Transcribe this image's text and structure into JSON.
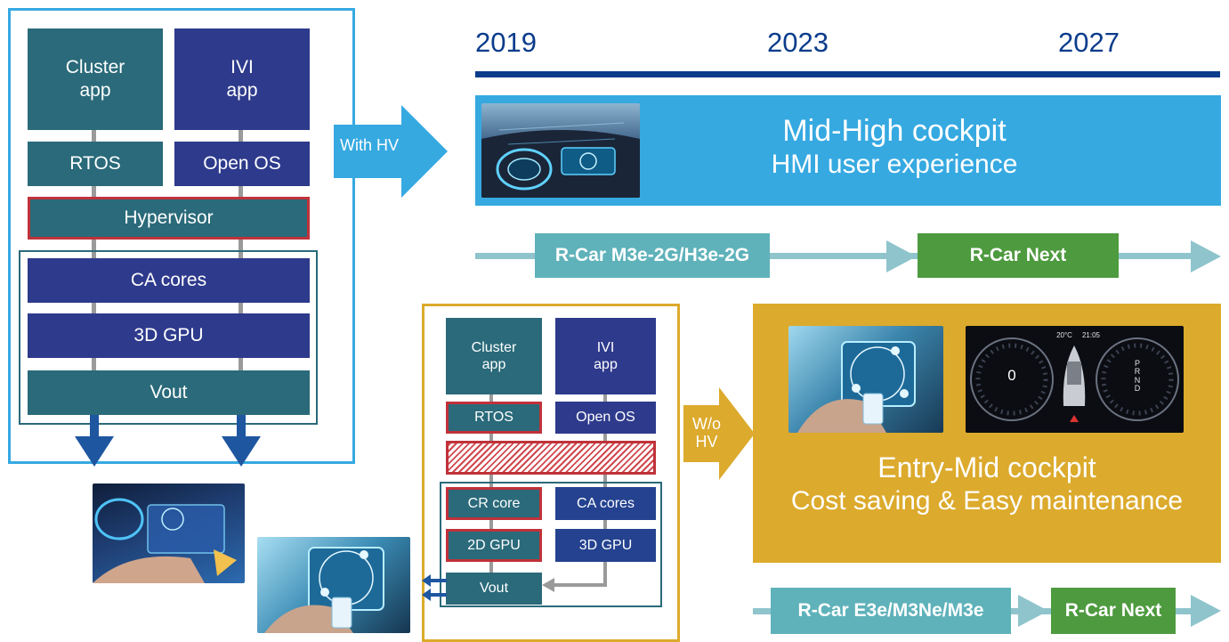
{
  "colors": {
    "teal_block": "#2a6a7a",
    "navy_block": "#2e3a8c",
    "sky_blue": "#36a9e1",
    "gold": "#dcaa2c",
    "green_chip": "#4e9a3f",
    "chip_teal": "#5fb2ba",
    "arrow_line": "#8fc4cc",
    "hypervisor_border": "#c0323a",
    "timeline_blue": "#0b3c8c"
  },
  "timeline": {
    "years": [
      "2019",
      "2023",
      "2027"
    ]
  },
  "with_hv": {
    "cluster_app": "Cluster\napp",
    "ivi_app": "IVI\napp",
    "rtos": "RTOS",
    "open_os": "Open OS",
    "hypervisor": "Hypervisor",
    "ca_cores": "CA cores",
    "gpu": "3D GPU",
    "vout": "Vout",
    "arrow_label": "With HV"
  },
  "mid_high_banner": {
    "title": "Mid-High cockpit",
    "subtitle": "HMI user experience",
    "chip_current": "R-Car M3e-2G/H3e-2G",
    "chip_next": "R-Car Next"
  },
  "without_hv": {
    "cluster_app": "Cluster\napp",
    "ivi_app": "IVI\napp",
    "rtos": "RTOS",
    "open_os": "Open OS",
    "cr_core": "CR core",
    "ca_cores": "CA cores",
    "gpu_2d": "2D GPU",
    "gpu_3d": "3D GPU",
    "vout": "Vout",
    "arrow_label": "W/o\nHV"
  },
  "entry_mid_banner": {
    "title": "Entry-Mid cockpit",
    "subtitle": "Cost saving & Easy maintenance",
    "chip_current": "R-Car E3e/M3Ne/M3e",
    "chip_next": "R-Car Next"
  },
  "gauge_readouts": {
    "speed": "0",
    "gear": "P\nR\nN\nD",
    "temperature": "20°C",
    "clock": "21:05"
  }
}
